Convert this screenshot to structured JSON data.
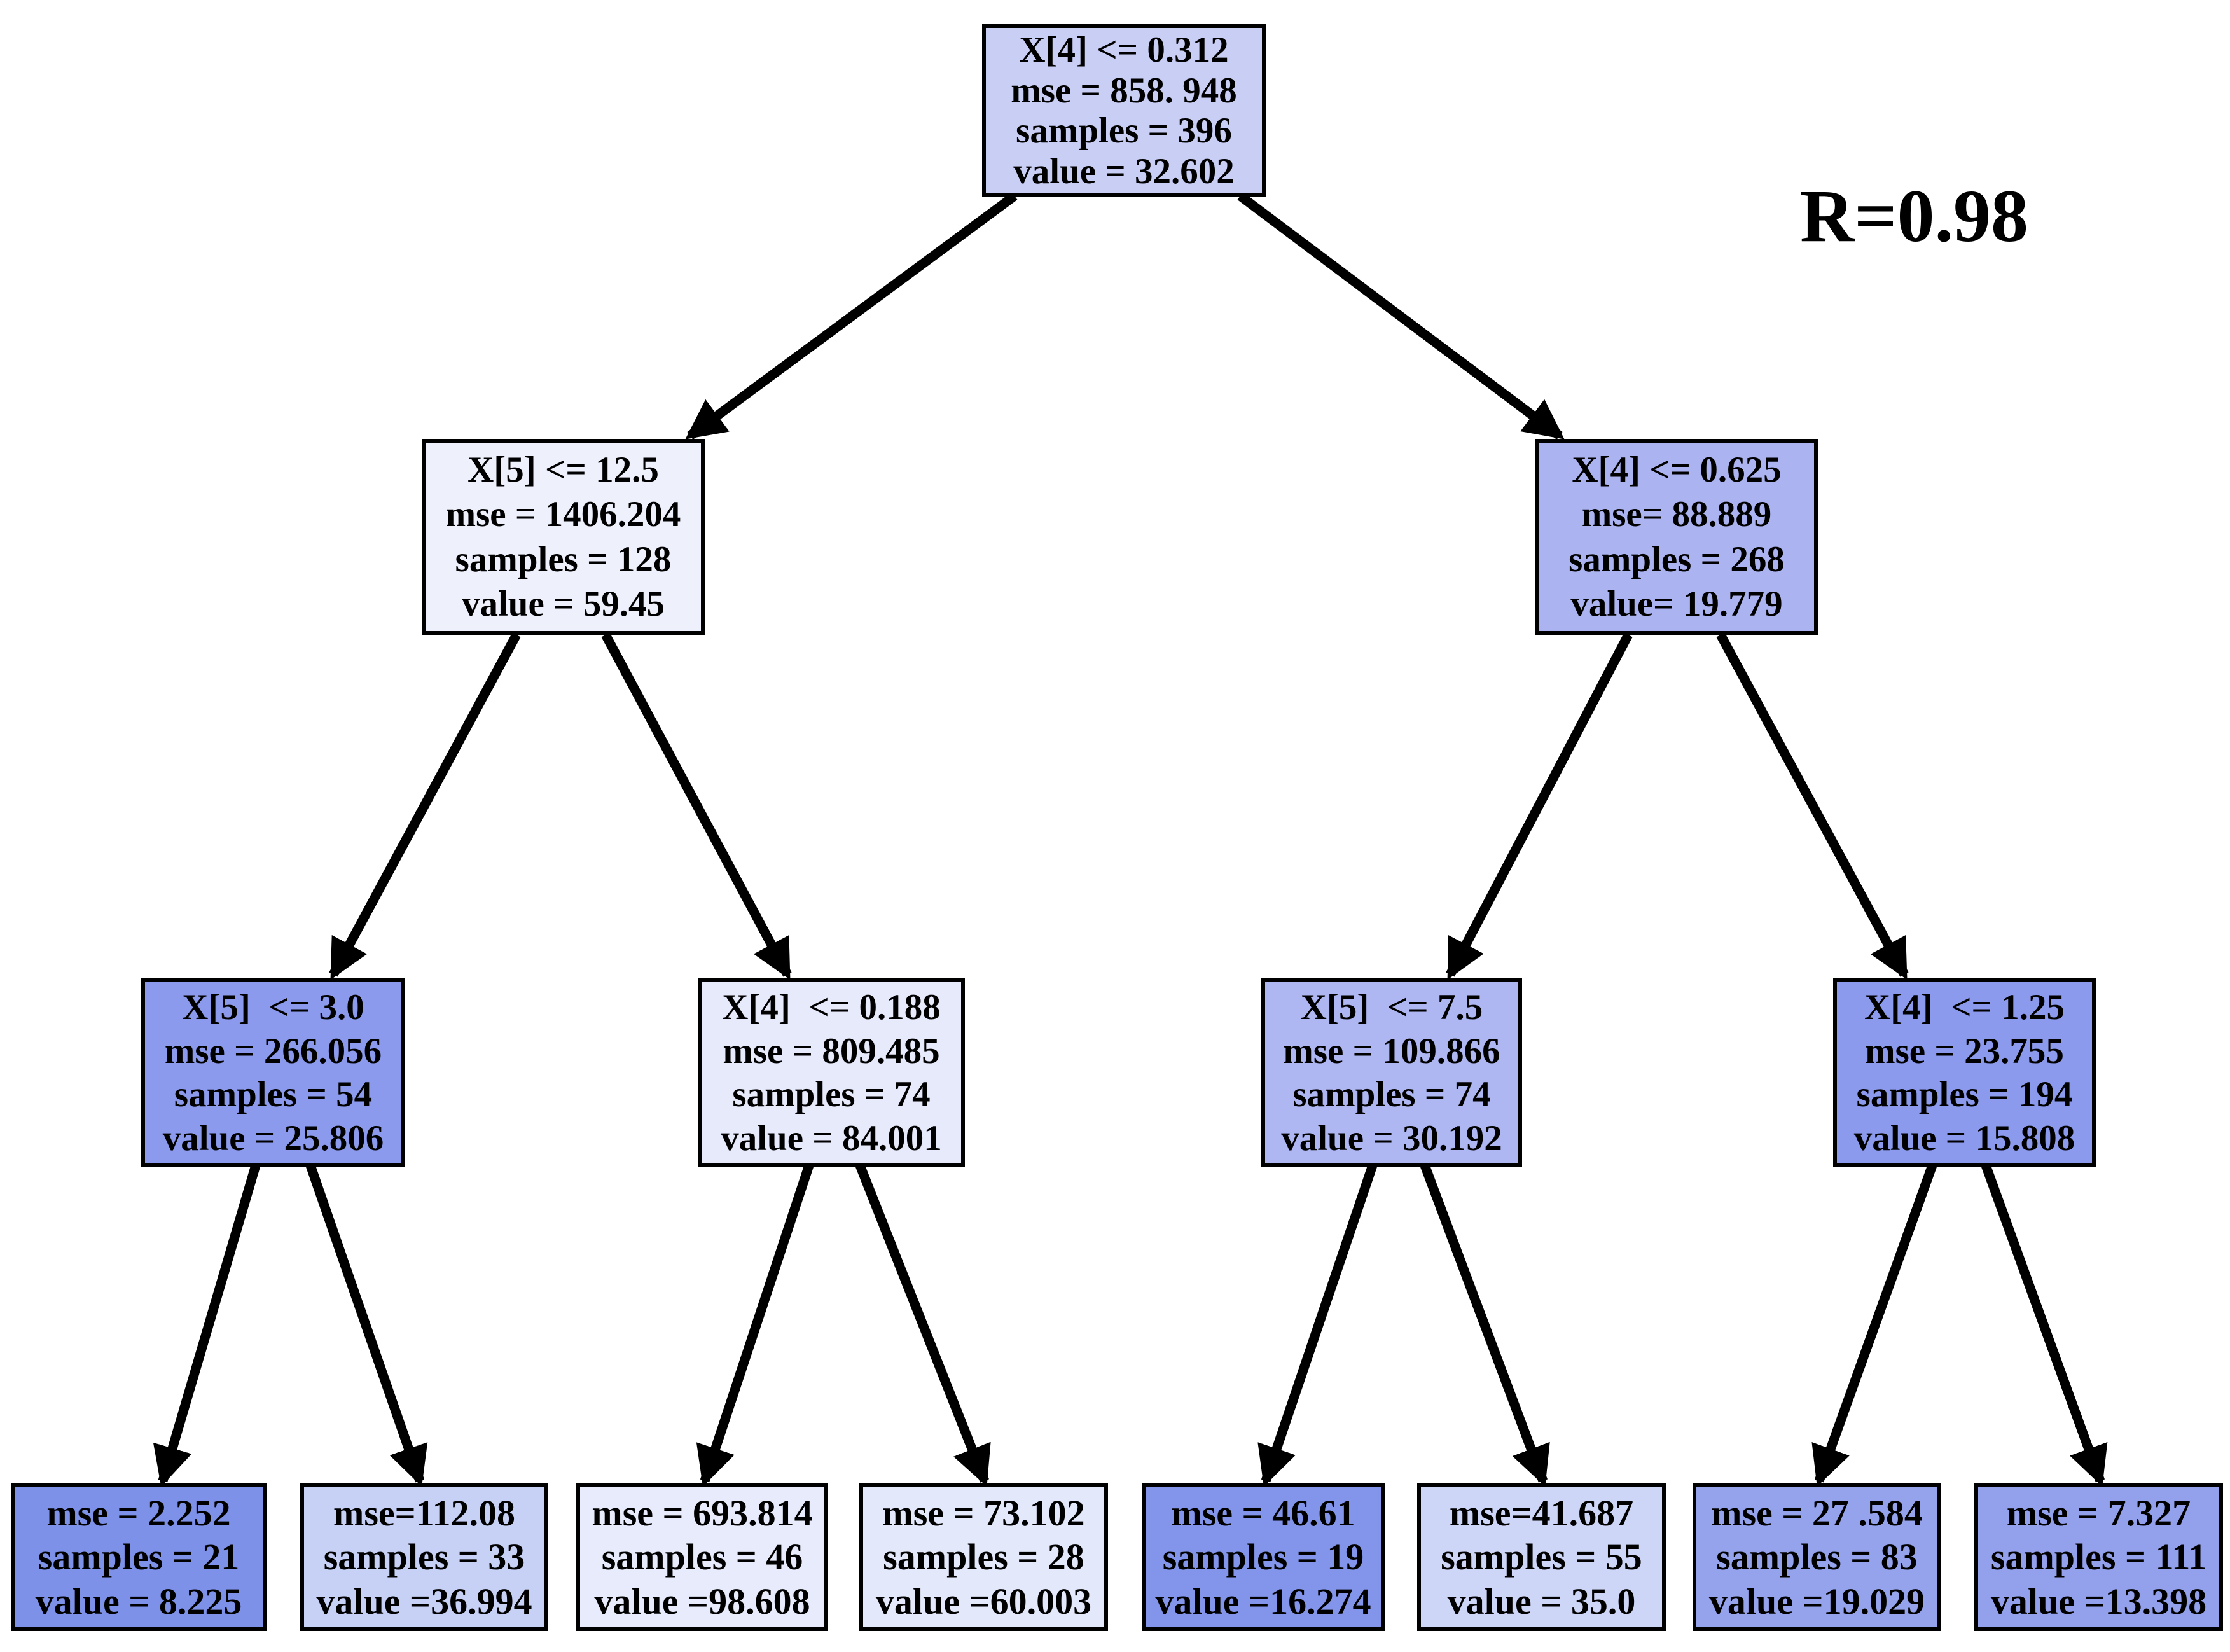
{
  "annotation": {
    "r_label": "R=0.98"
  },
  "colors": {
    "edge": "#000000",
    "node_border": "#000000",
    "background": "#ffffff"
  },
  "tree": {
    "nodes": {
      "root": {
        "condition": "X[4] <= 0.312",
        "mse": "mse = 858. 948",
        "samples": "samples = 396",
        "value": "value = 32.602",
        "fill": "#c9cef4"
      },
      "l2_left": {
        "condition": "X[5] <= 12.5",
        "mse": "mse = 1406.204",
        "samples": "samples = 128",
        "value": "value = 59.45",
        "fill": "#eef0fc"
      },
      "l2_right": {
        "condition": "X[4] <= 0.625",
        "mse": "mse= 88.889",
        "samples": "samples = 268",
        "value": "value= 19.779",
        "fill": "#abb4f0"
      },
      "l3_a": {
        "condition": "X[5]  <= 3.0",
        "mse": "mse = 266.056",
        "samples": "samples = 54",
        "value": "value = 25.806",
        "fill": "#8b9aec"
      },
      "l3_b": {
        "condition": "X[4]  <= 0.188",
        "mse": "mse = 809.485",
        "samples": "samples = 74",
        "value": "value = 84.001",
        "fill": "#e7eafb"
      },
      "l3_c": {
        "condition": "X[5]  <= 7.5",
        "mse": "mse = 109.866",
        "samples": "samples = 74",
        "value": "value = 30.192",
        "fill": "#aeb7f1"
      },
      "l3_d": {
        "condition": "X[4]  <= 1.25",
        "mse": "mse = 23.755",
        "samples": "samples = 194",
        "value": "value = 15.808",
        "fill": "#8b9aec"
      },
      "leaf_1": {
        "mse": "mse = 2.252",
        "samples": "samples = 21",
        "value": "value = 8.225",
        "fill": "#7e91e9"
      },
      "leaf_2": {
        "mse": "mse=112.08",
        "samples": "samples = 33",
        "value": "value =36.994",
        "fill": "#c7d0f5"
      },
      "leaf_3": {
        "mse": "mse = 693.814",
        "samples": "samples = 46",
        "value": "value =98.608",
        "fill": "#e7ebfb"
      },
      "leaf_4": {
        "mse": "mse = 73.102",
        "samples": "samples = 28",
        "value": "value =60.003",
        "fill": "#e3e8fa"
      },
      "leaf_5": {
        "mse": "mse = 46.61",
        "samples": "samples = 19",
        "value": "value =16.274",
        "fill": "#8295ea"
      },
      "leaf_6": {
        "mse": "mse=41.687",
        "samples": "samples = 55",
        "value": "value = 35.0",
        "fill": "#ced6f7"
      },
      "leaf_7": {
        "mse": "mse = 27 .584",
        "samples": "samples = 83",
        "value": "value =19.029",
        "fill": "#95a3ed"
      },
      "leaf_8": {
        "mse": "mse = 7.327",
        "samples": "samples = 111",
        "value": "value =13.398",
        "fill": "#93a1ec"
      }
    }
  }
}
